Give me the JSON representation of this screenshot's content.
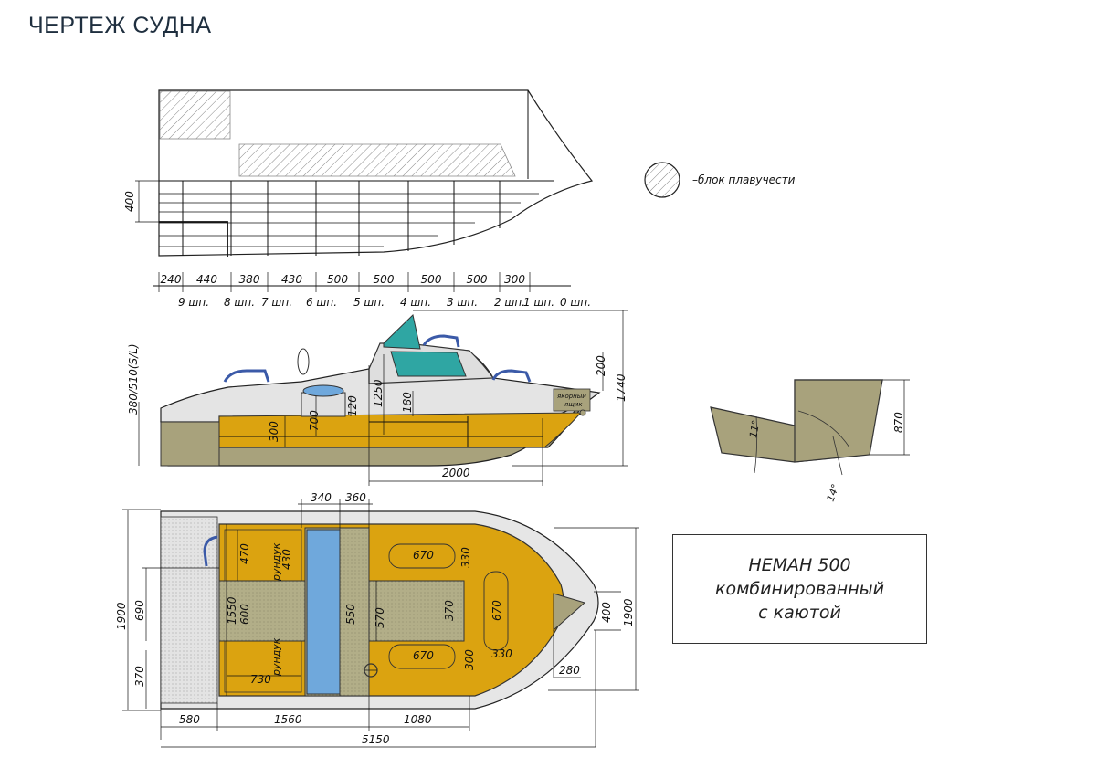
{
  "page": {
    "title": "ЧЕРТЕЖ СУДНА"
  },
  "legend": {
    "label": "–блок плавучести"
  },
  "nameplate": {
    "line1": "НЕМАН 500",
    "line2": "комбинированный",
    "line3": "с каютой"
  },
  "top_view": {
    "height_dim": "400",
    "spacing_dims": [
      "240",
      "440",
      "380",
      "430",
      "500",
      "500",
      "500",
      "500",
      "300"
    ],
    "frame_labels": [
      "9 шп.",
      "8 шп.",
      "7 шп.",
      "6 шп.",
      "5 шп.",
      "4 шп.",
      "3 шп.",
      "2 шп.",
      "1 шп.",
      "0 шп."
    ]
  },
  "side_view": {
    "dims": {
      "height_380_510": "380/510(S/L)",
      "h1250": "1250",
      "h180": "180",
      "h120": "120",
      "h700": "700",
      "h300": "300",
      "h200": "200",
      "h1740": "1740",
      "len2000": "2000"
    },
    "anchor_box": [
      "якорный",
      "ящик"
    ]
  },
  "transom_view": {
    "angle1": "11°",
    "angle2": "14°",
    "h870": "870"
  },
  "plan_view": {
    "dims": {
      "w340": "340",
      "w360": "360",
      "h1900_left": "1900",
      "h690": "690",
      "h370": "370",
      "h1550": "1550",
      "h600": "600",
      "h470": "470",
      "h430": "430",
      "h550": "550",
      "h570": "570",
      "h370b": "370",
      "h670a": "670",
      "h330a": "330",
      "h670b": "670",
      "h670c": "670",
      "h300": "300",
      "h330b": "330",
      "h730": "730",
      "h400": "400",
      "h1900_right": "1900",
      "h280": "280",
      "l580": "580",
      "l1560": "1560",
      "l1080": "1080",
      "l5150": "5150"
    },
    "locker_label": "рундук"
  }
}
